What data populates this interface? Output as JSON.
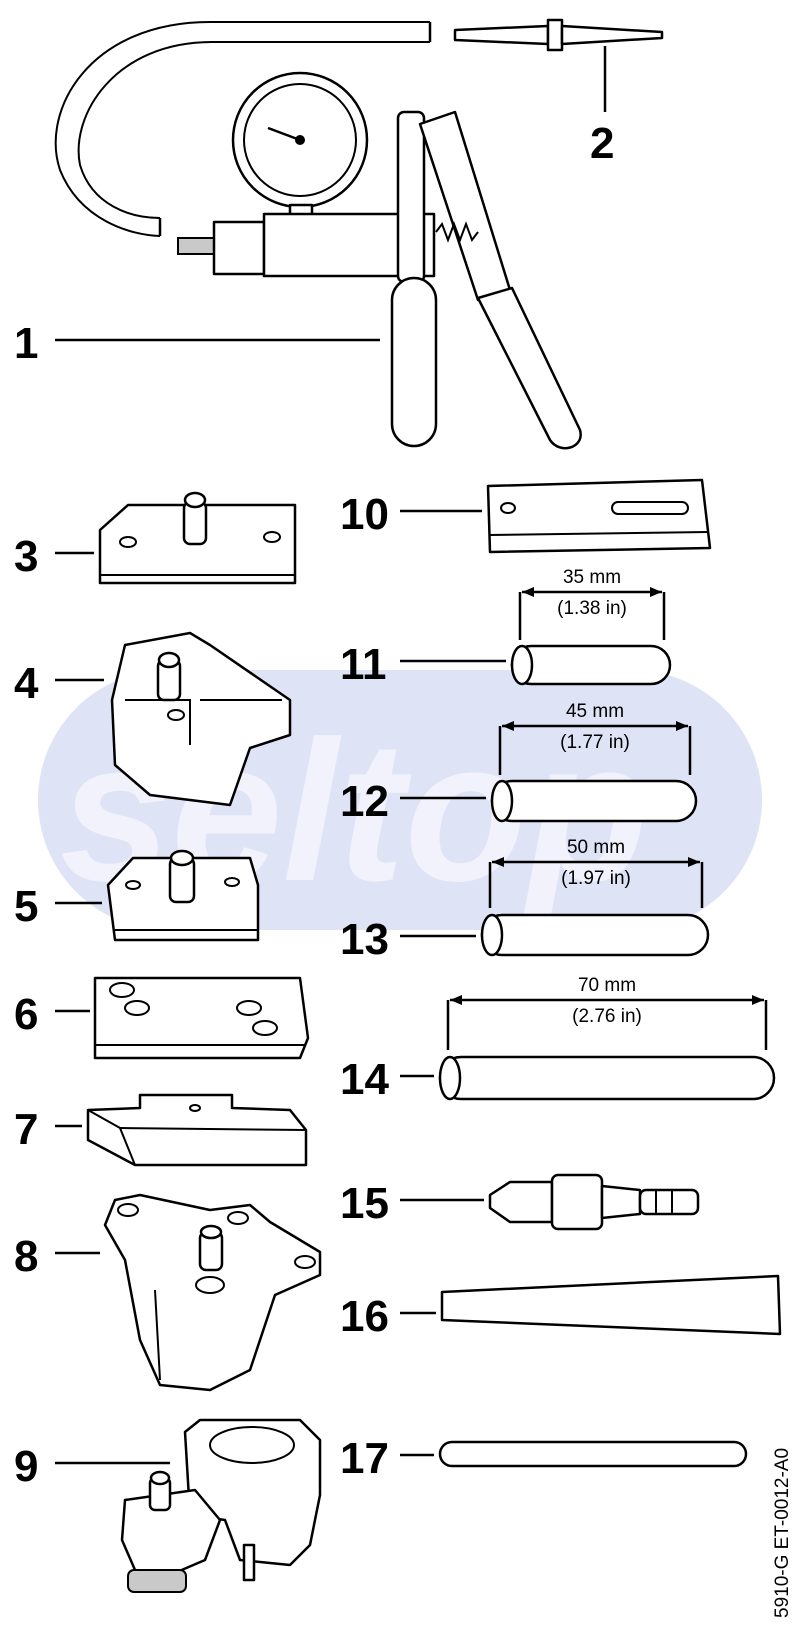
{
  "callouts": [
    "1",
    "2",
    "3",
    "4",
    "5",
    "6",
    "7",
    "8",
    "9",
    "10",
    "11",
    "12",
    "13",
    "14",
    "15",
    "16",
    "17"
  ],
  "dimensions": {
    "d11": {
      "mm": "35 mm",
      "inch": "(1.38 in)"
    },
    "d12": {
      "mm": "45 mm",
      "inch": "(1.77 in)"
    },
    "d13": {
      "mm": "50 mm",
      "inch": "(1.97 in)"
    },
    "d14": {
      "mm": "70 mm",
      "inch": "(2.76 in)"
    }
  },
  "doc_id": "5910-G ET-0012-A0",
  "watermark": {
    "text": "seltop",
    "color": "#dfe3f6"
  }
}
